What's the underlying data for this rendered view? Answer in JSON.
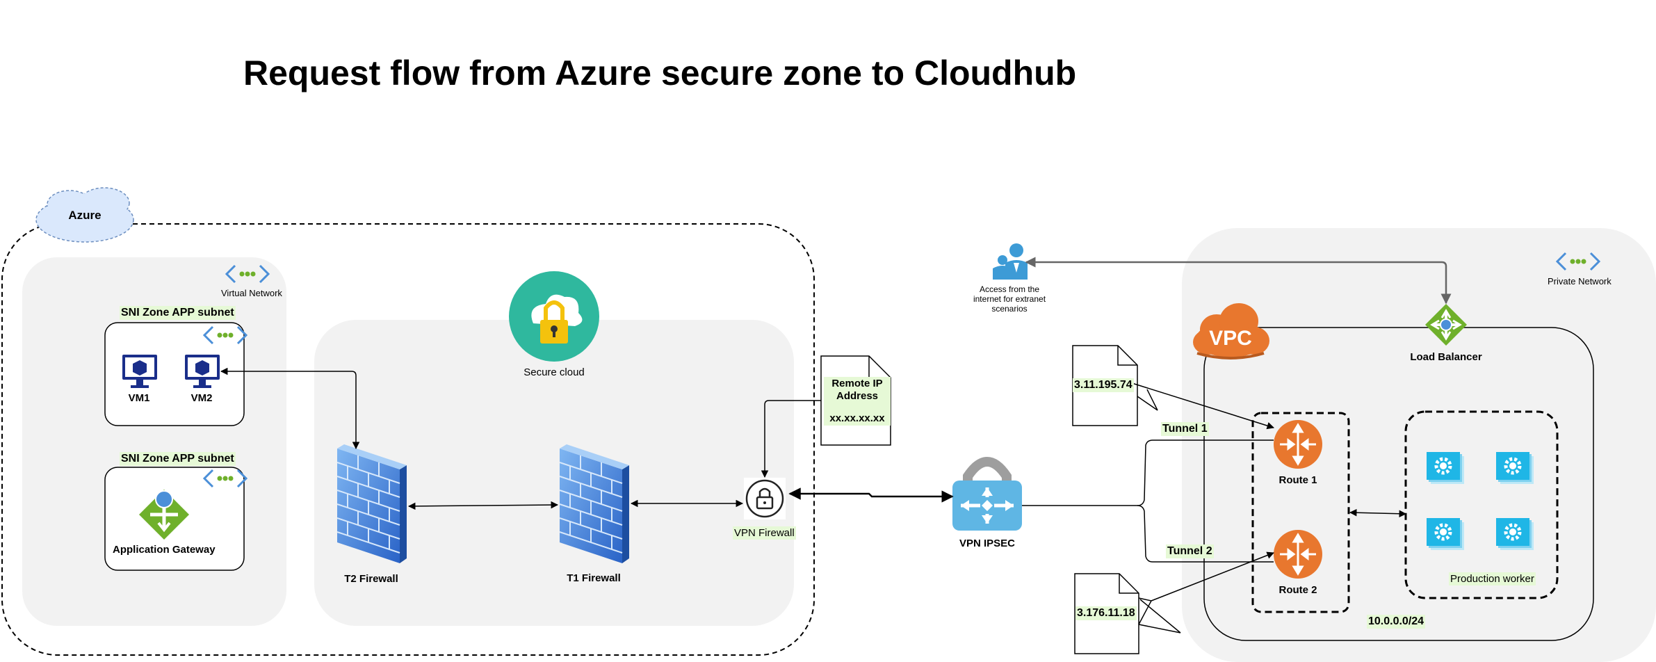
{
  "title": "Request flow from Azure secure zone to Cloudhub",
  "azure": {
    "cloud_label": "Azure",
    "virtual_network_label": "Virtual Network",
    "subnet1": {
      "label": "SNI Zone APP subnet",
      "vm1": "VM1",
      "vm2": "VM2"
    },
    "subnet2": {
      "label": "SNI Zone APP subnet",
      "gateway": "Application Gateway"
    },
    "secure_cloud_label": "Secure cloud",
    "t2_firewall": "T2 Firewall",
    "t1_firewall": "T1 Firewall",
    "vpn_firewall": "VPN Firewall",
    "remote_ip_note": {
      "line1": "Remote IP",
      "line2": "Address",
      "line3": "xx.xx.xx.xx"
    }
  },
  "vpn": {
    "label": "VPN IPSEC"
  },
  "tunnels": {
    "tunnel1": "Tunnel 1",
    "tunnel2": "Tunnel 2"
  },
  "ip_notes": {
    "ip1": "3.11.195.74",
    "ip2": "3.176.11.18"
  },
  "aws": {
    "access_label": "Access from the internet for extranet scenarios",
    "private_network_label": "Private Network",
    "vpc_label": "VPC",
    "load_balancer": "Load Balancer",
    "route1": "Route 1",
    "route2": "Route 2",
    "production_worker": "Production worker",
    "cidr": "10.0.0.0/24"
  },
  "colors": {
    "accent_orange": "#e8772e",
    "accent_teal": "#2fb89e",
    "firewall_blue": "#3d7fd6",
    "worker_cyan": "#1fb6e6",
    "gateway_green": "#6fb02b",
    "vm_navy": "#1a2e8a",
    "label_highlight": "#e6f9d6",
    "zone_gray": "#f2f2f2"
  }
}
